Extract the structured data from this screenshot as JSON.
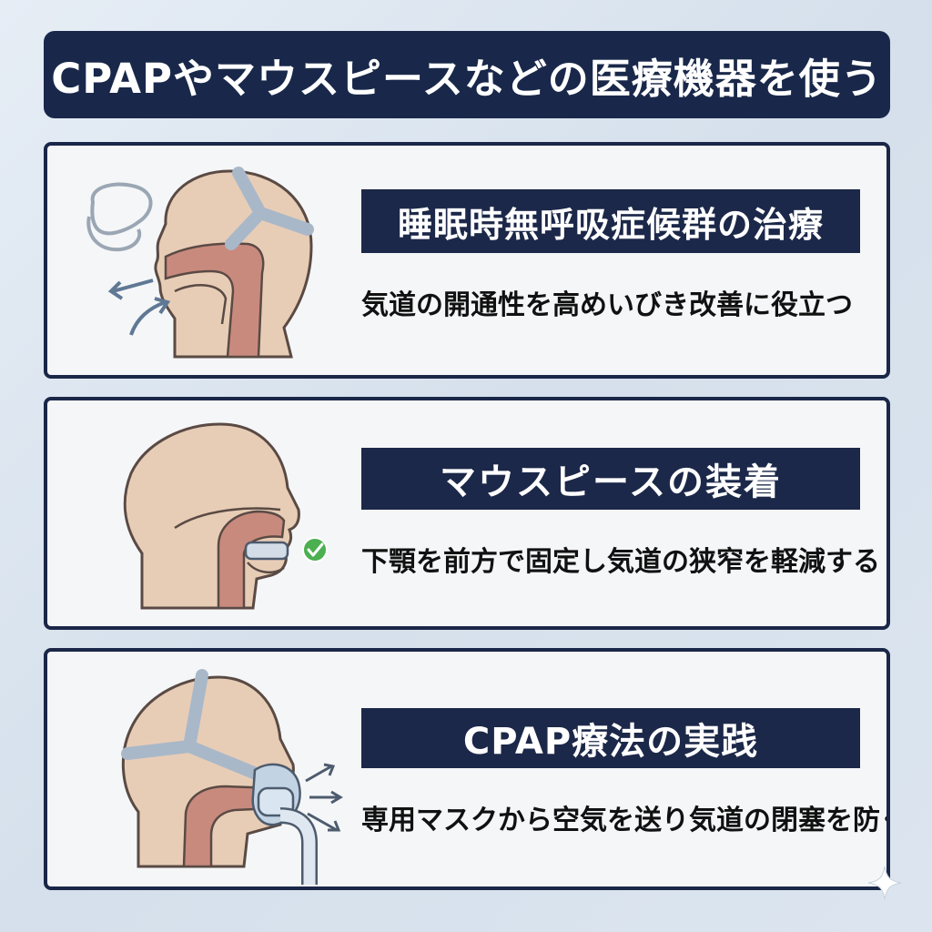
{
  "title": "CPAPやマウスピースなどの医療機器を使う",
  "cards": [
    {
      "heading": "睡眠時無呼吸症候群の治療",
      "description": "気道の開通性を高めいびき改善に役立つ",
      "icon": "head-airway-breathing-icon"
    },
    {
      "heading": "マウスピースの装着",
      "description": "下顎を前方で固定し気道の狭窄を軽減する",
      "icon": "head-mouthpiece-icon"
    },
    {
      "heading": "CPAP療法の実践",
      "description": "専用マスクから空気を送り気道の閉塞を防ぐ",
      "icon": "head-cpap-mask-icon"
    }
  ],
  "colors": {
    "navy": "#1b2748",
    "background": "#dde6f0",
    "card": "#f5f6f8",
    "skin": "#e8cdb6",
    "airway": "#c98a7e",
    "strap": "#a9b8c9",
    "check": "#4caf50"
  }
}
